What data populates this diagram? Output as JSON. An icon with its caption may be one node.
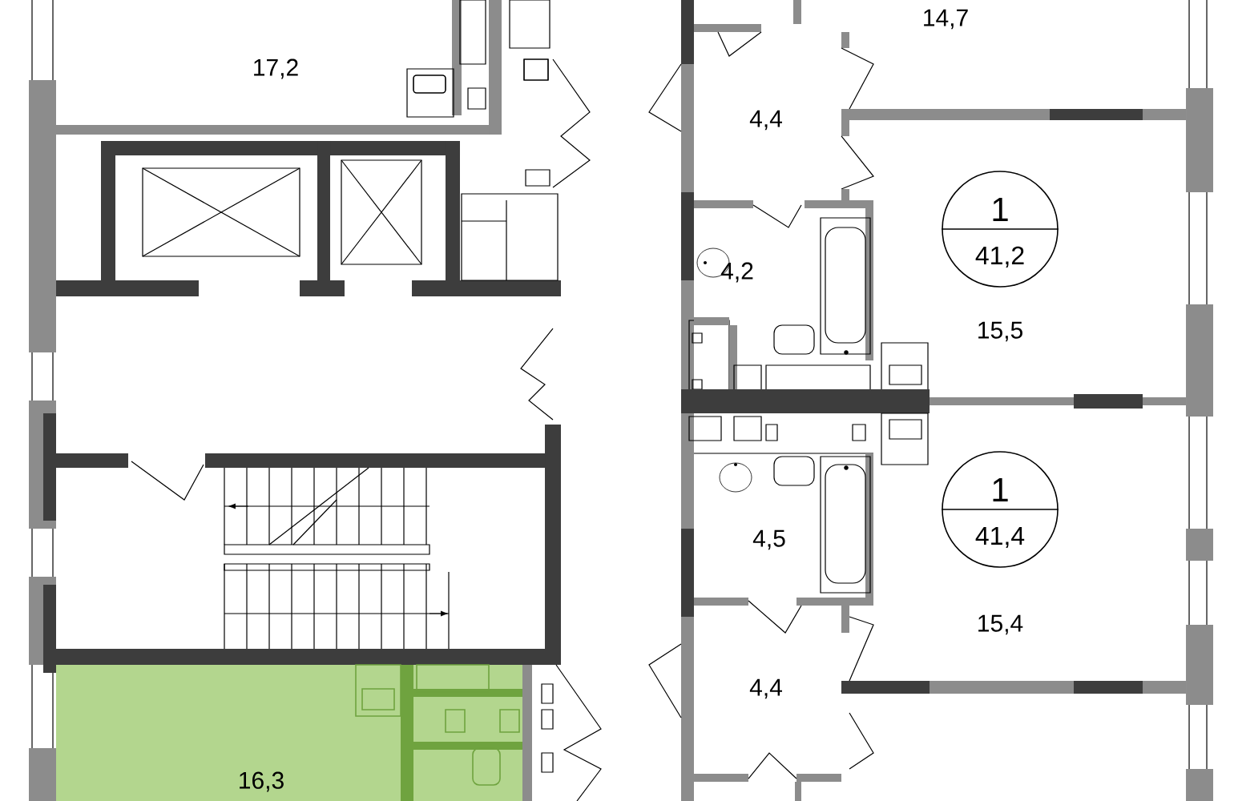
{
  "diagram": {
    "nodes": [
      {
        "text": [
          "1",
          "41,2"
        ]
      },
      {
        "text": [
          "1",
          "41,4"
        ]
      }
    ],
    "labels": [
      "14,7",
      "17,2",
      "4,4",
      "4,2",
      "15,5",
      "4,5",
      "15,4",
      "4,4",
      "16,3"
    ]
  }
}
